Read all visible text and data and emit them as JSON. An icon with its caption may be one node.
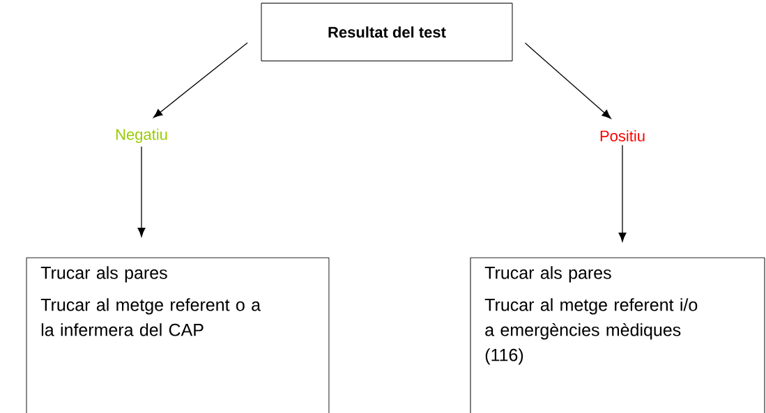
{
  "diagram": {
    "nodes": [
      {
        "text": [
          "Resultat del test"
        ]
      },
      {
        "text": [
          "Negatiu"
        ]
      },
      {
        "text": [
          "Positiu"
        ]
      },
      {
        "text": [
          "Trucar als pares",
          "Trucar al metge referent o a la infermera del CAP"
        ]
      },
      {
        "text": [
          "Trucar als pares",
          "Trucar al metge referent i/o a emergències mèdiques (116)"
        ]
      }
    ],
    "edges": [
      {
        "from": 0,
        "to": 1,
        "arrow": "to"
      },
      {
        "from": 0,
        "to": 2,
        "arrow": "to"
      },
      {
        "from": 1,
        "to": 3,
        "arrow": "to"
      },
      {
        "from": 2,
        "to": 4,
        "arrow": "to"
      }
    ]
  }
}
